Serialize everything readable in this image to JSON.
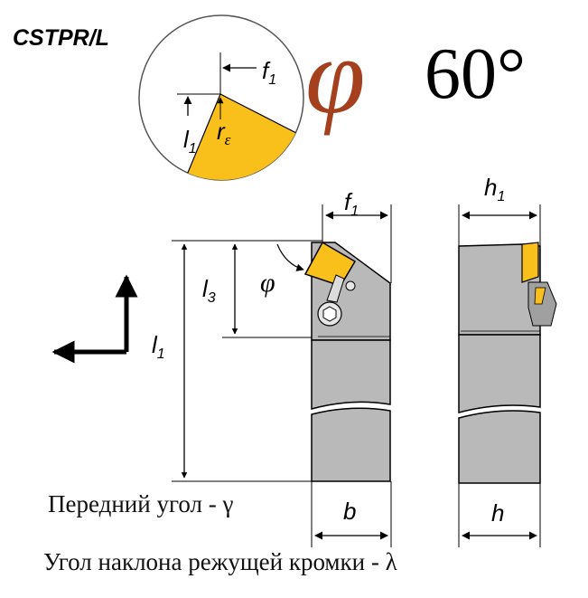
{
  "title": "CSTPR/L",
  "angle": {
    "symbol": "φ",
    "value": "60°"
  },
  "colors": {
    "insert": "#f9bf1b",
    "phi": "#a4401e",
    "body": "#b9b9b9",
    "body_dark": "#a0a0a0",
    "line": "#000000"
  },
  "detail": {
    "f1": {
      "main": "f",
      "sub": "1"
    },
    "l1": {
      "main": "l",
      "sub": "1"
    },
    "r": {
      "main": "r",
      "sub": "ε"
    }
  },
  "front": {
    "f1": {
      "main": "f",
      "sub": "1"
    },
    "l3": {
      "main": "l",
      "sub": "3"
    },
    "l1": {
      "main": "l",
      "sub": "1"
    },
    "phi": "φ",
    "b": "b"
  },
  "side": {
    "h1": {
      "main": "h",
      "sub": "1"
    },
    "h": "h"
  },
  "captions": {
    "rake": "Передний угол - γ",
    "inclination": "Угол наклона режущей кромки - λ"
  }
}
